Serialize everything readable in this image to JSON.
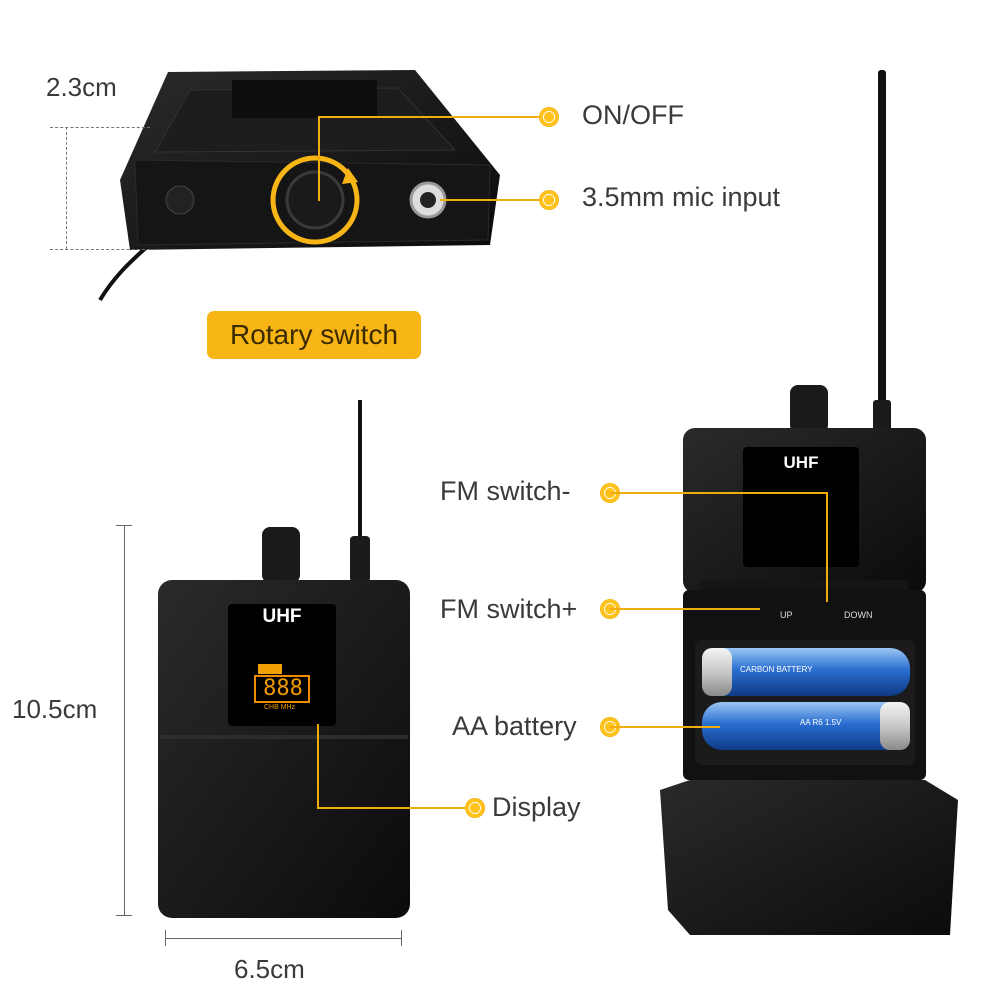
{
  "dimensions": {
    "top_depth": "2.3cm",
    "height": "10.5cm",
    "width": "6.5cm"
  },
  "callouts": {
    "on_off": "ON/OFF",
    "mic_input": "3.5mm mic input",
    "rotary_switch": "Rotary switch",
    "fm_switch_minus": "FM switch-",
    "fm_switch_plus": "FM switch+",
    "aa_battery": "AA battery",
    "display": "Display"
  },
  "device": {
    "brand_label": "UHF",
    "lcd_digits": "888",
    "lcd_unit": "CHB MHz",
    "up_label": "UP",
    "down_label": "DOWN"
  },
  "battery": {
    "brand_top": "CARBON BATTERY",
    "brand_bottom": "AA R6 1.5V"
  },
  "colors": {
    "accent": "#f7b516",
    "device_body": "#141414",
    "battery_blue": "#2a6fd0"
  }
}
